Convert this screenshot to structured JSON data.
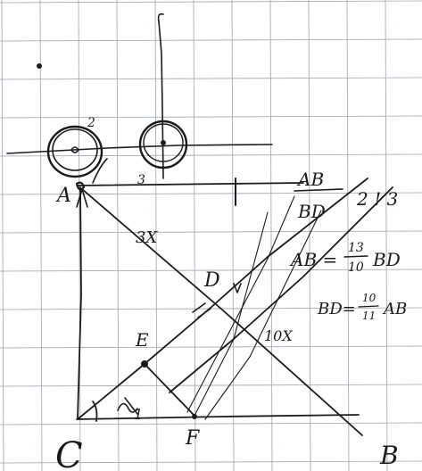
{
  "paper": {
    "background": "#ffffff",
    "grid_color": "#9aa3ad",
    "ink_color": "#1a1a1a"
  },
  "labels": {
    "point_a": "A",
    "point_b": "B",
    "point_c": "C",
    "point_d": "D",
    "point_e": "E",
    "point_f": "F",
    "circle_left_mark": "2",
    "circle_right_mark": "3",
    "seg_3x": "3X",
    "seg_10x": "10X",
    "angle_mark": "1"
  },
  "notes": {
    "ratio_top": "AB",
    "ratio_bottom": "BD",
    "ratio_value": "2 ! 3",
    "eq1_left": "AB =",
    "eq1_num": "13",
    "eq1_den": "10",
    "eq1_right": "BD",
    "eq2_left": "BD=",
    "eq2_num": "10",
    "eq2_den": "11",
    "eq2_right": "AB"
  }
}
